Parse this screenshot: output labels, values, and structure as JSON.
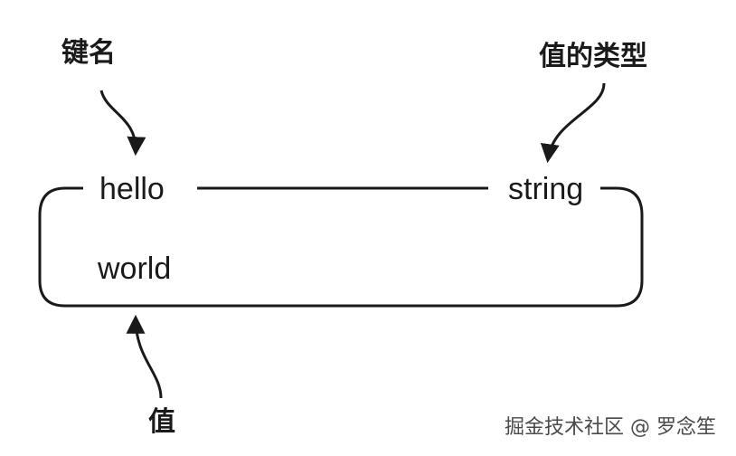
{
  "annotations": {
    "key_name": "键名",
    "value_type": "值的类型",
    "value": "值"
  },
  "record": {
    "key": "hello",
    "type": "string",
    "value": "world"
  },
  "watermark": "掘金技术社区 @ 罗念笙"
}
